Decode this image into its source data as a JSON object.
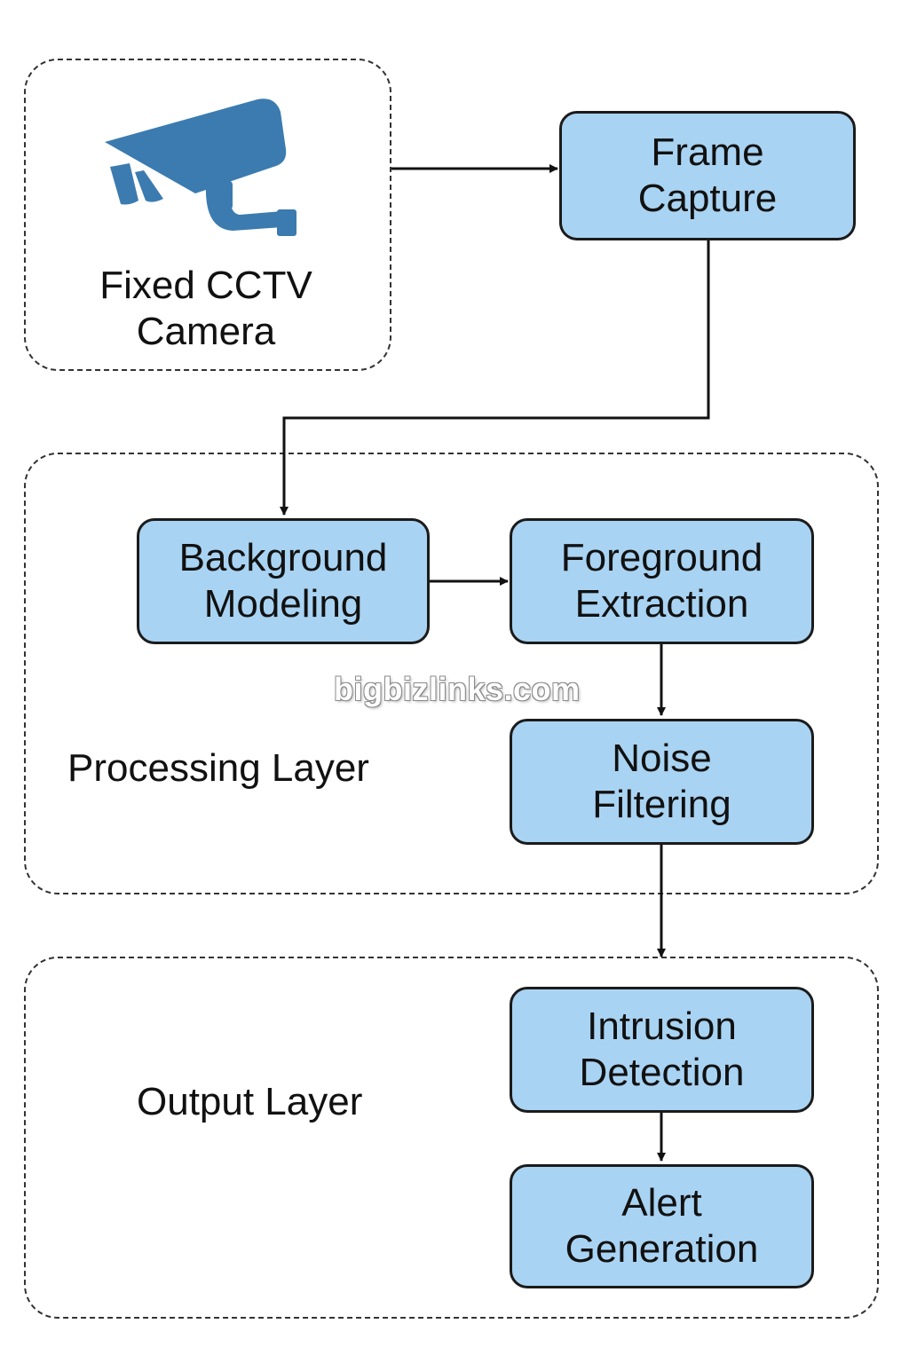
{
  "camera": {
    "label": "Fixed CCTV\nCamera",
    "icon": "cctv-camera-icon",
    "icon_color": "#3b7bb0"
  },
  "nodes": {
    "frame_capture": "Frame\nCapture",
    "background_modeling": "Background\nModeling",
    "foreground_extraction": "Foreground\nExtraction",
    "noise_filtering": "Noise\nFiltering",
    "intrusion_detection": "Intrusion\nDetection",
    "alert_generation": "Alert\nGeneration"
  },
  "layers": {
    "processing": "Processing Layer",
    "output": "Output Layer"
  },
  "watermark": "bigbizlinks.com",
  "colors": {
    "node_fill": "#a9d3f2",
    "node_border": "#1b1b1b",
    "line": "#111111"
  }
}
